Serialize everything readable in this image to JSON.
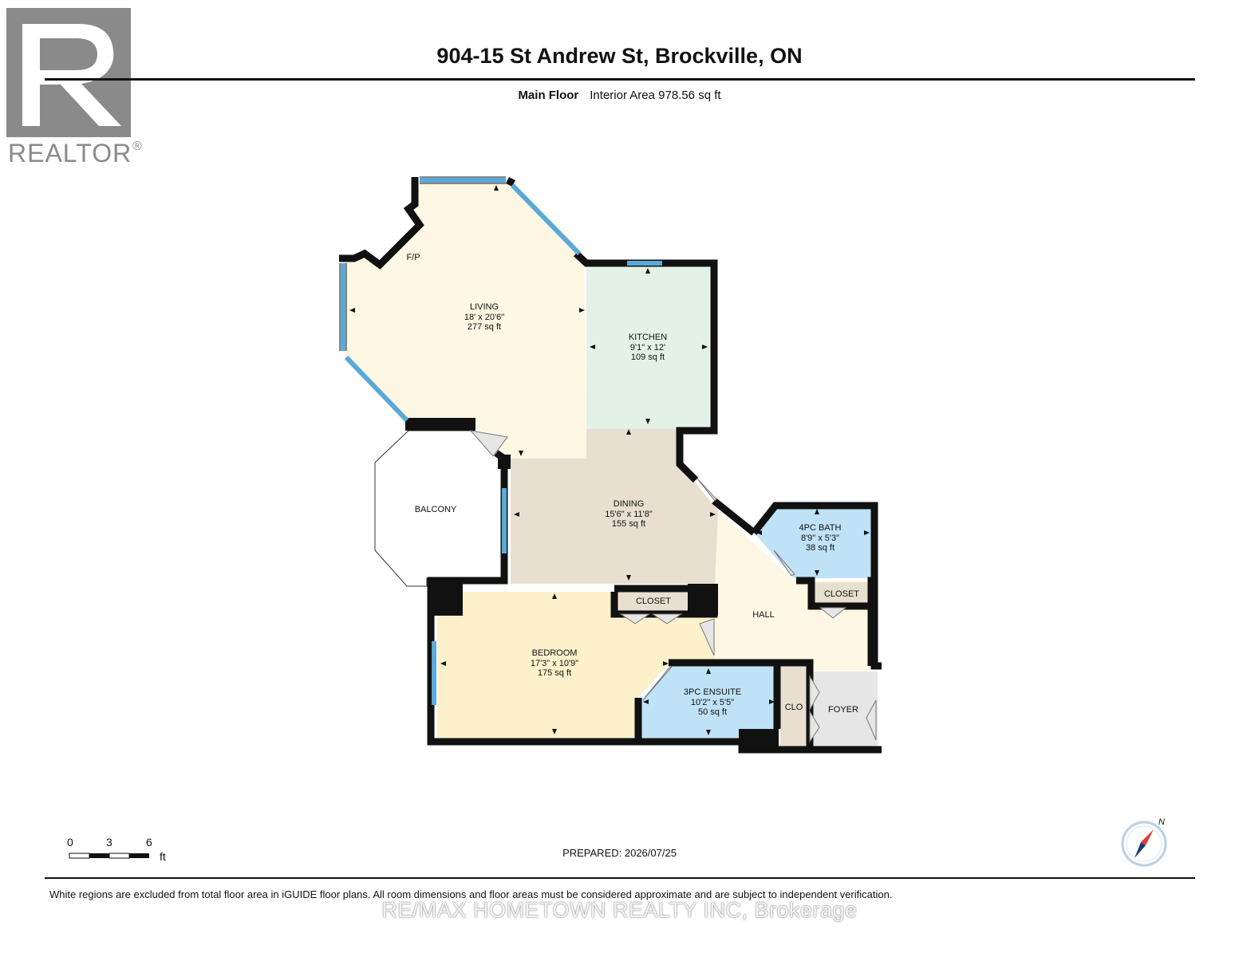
{
  "logo": {
    "text": "REALTOR",
    "mark": "®"
  },
  "title": "904-15 St Andrew St, Brockville, ON",
  "subheader": {
    "floor": "Main Floor",
    "area": "Interior Area 978.56 sq ft"
  },
  "rooms": {
    "fp": "F/P",
    "living": {
      "name": "LIVING",
      "dims": "18' x 20'6\"",
      "area": "277 sq ft"
    },
    "kitchen": {
      "name": "KITCHEN",
      "dims": "9'1\" x 12'",
      "area": "109 sq ft"
    },
    "dining": {
      "name": "DINING",
      "dims": "15'6\" x 11'8\"",
      "area": "155 sq ft"
    },
    "balcony": {
      "name": "BALCONY"
    },
    "bath": {
      "name": "4PC BATH",
      "dims": "8'9\" x 5'3\"",
      "area": "38 sq ft"
    },
    "closet_hall": {
      "name": "CLOSET"
    },
    "hall": {
      "name": "HALL"
    },
    "closet_bed": {
      "name": "CLOSET"
    },
    "bedroom": {
      "name": "BEDROOM",
      "dims": "17'3\" x 10'9\"",
      "area": "175 sq ft"
    },
    "ensuite": {
      "name": "3PC ENSUITE",
      "dims": "10'2\" x 5'5\"",
      "area": "50 sq ft"
    },
    "clo": {
      "name": "CLO"
    },
    "foyer": {
      "name": "FOYER"
    }
  },
  "scale": {
    "t0": "0",
    "t1": "3",
    "t2": "6",
    "unit": "ft"
  },
  "compass": {
    "label": "N"
  },
  "prepared": "PREPARED: 2026/07/25",
  "disclaimer": "White regions are excluded from total floor area in iGUIDE floor plans. All room dimensions and floor areas must be considered approximate and are subject to independent verification.",
  "watermark": "RE/MAX HOMETOWN REALTY INC, Brokerage",
  "colors": {
    "living": "#fdf7e3",
    "kitchen": "#e4f1e6",
    "dining": "#e8dfd1",
    "bedroom": "#fdf1cc",
    "bath": "#bfe2f7",
    "ensuite": "#bfe2f7",
    "hall": "#fdf7e3",
    "closet": "#e8dfd1",
    "foyer": "#e6e6e6",
    "wall": "#111111",
    "window": "#5aa9d8"
  }
}
